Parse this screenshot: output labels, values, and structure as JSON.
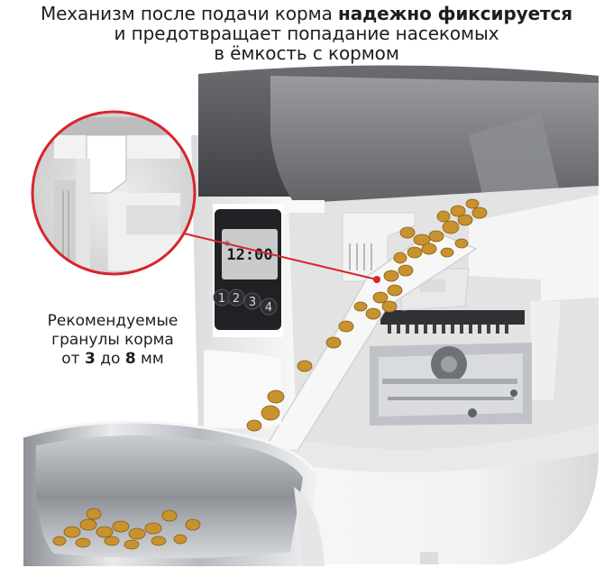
{
  "headline": {
    "line1_regular": "Механизм после подачи корма ",
    "line1_bold": "надежно фиксируется",
    "line2": "и предотвращает попадание насекомых",
    "line3": "в ёмкость с кормом"
  },
  "recommendation": {
    "line1": "Рекомендуемые",
    "line2": "гранулы корма",
    "line3_prefix": "от ",
    "min_size": "3",
    "line3_middle": " до ",
    "max_size": "8",
    "line3_suffix": " мм"
  },
  "control_panel": {
    "display_value": "12:00",
    "buttons": [
      "1",
      "2",
      "3",
      "4"
    ]
  },
  "colors": {
    "accent_red": "#d7262b",
    "body_white": "#f4f4f4",
    "lid_gray": "#4a4c4f",
    "kibble": "#c8922e"
  }
}
